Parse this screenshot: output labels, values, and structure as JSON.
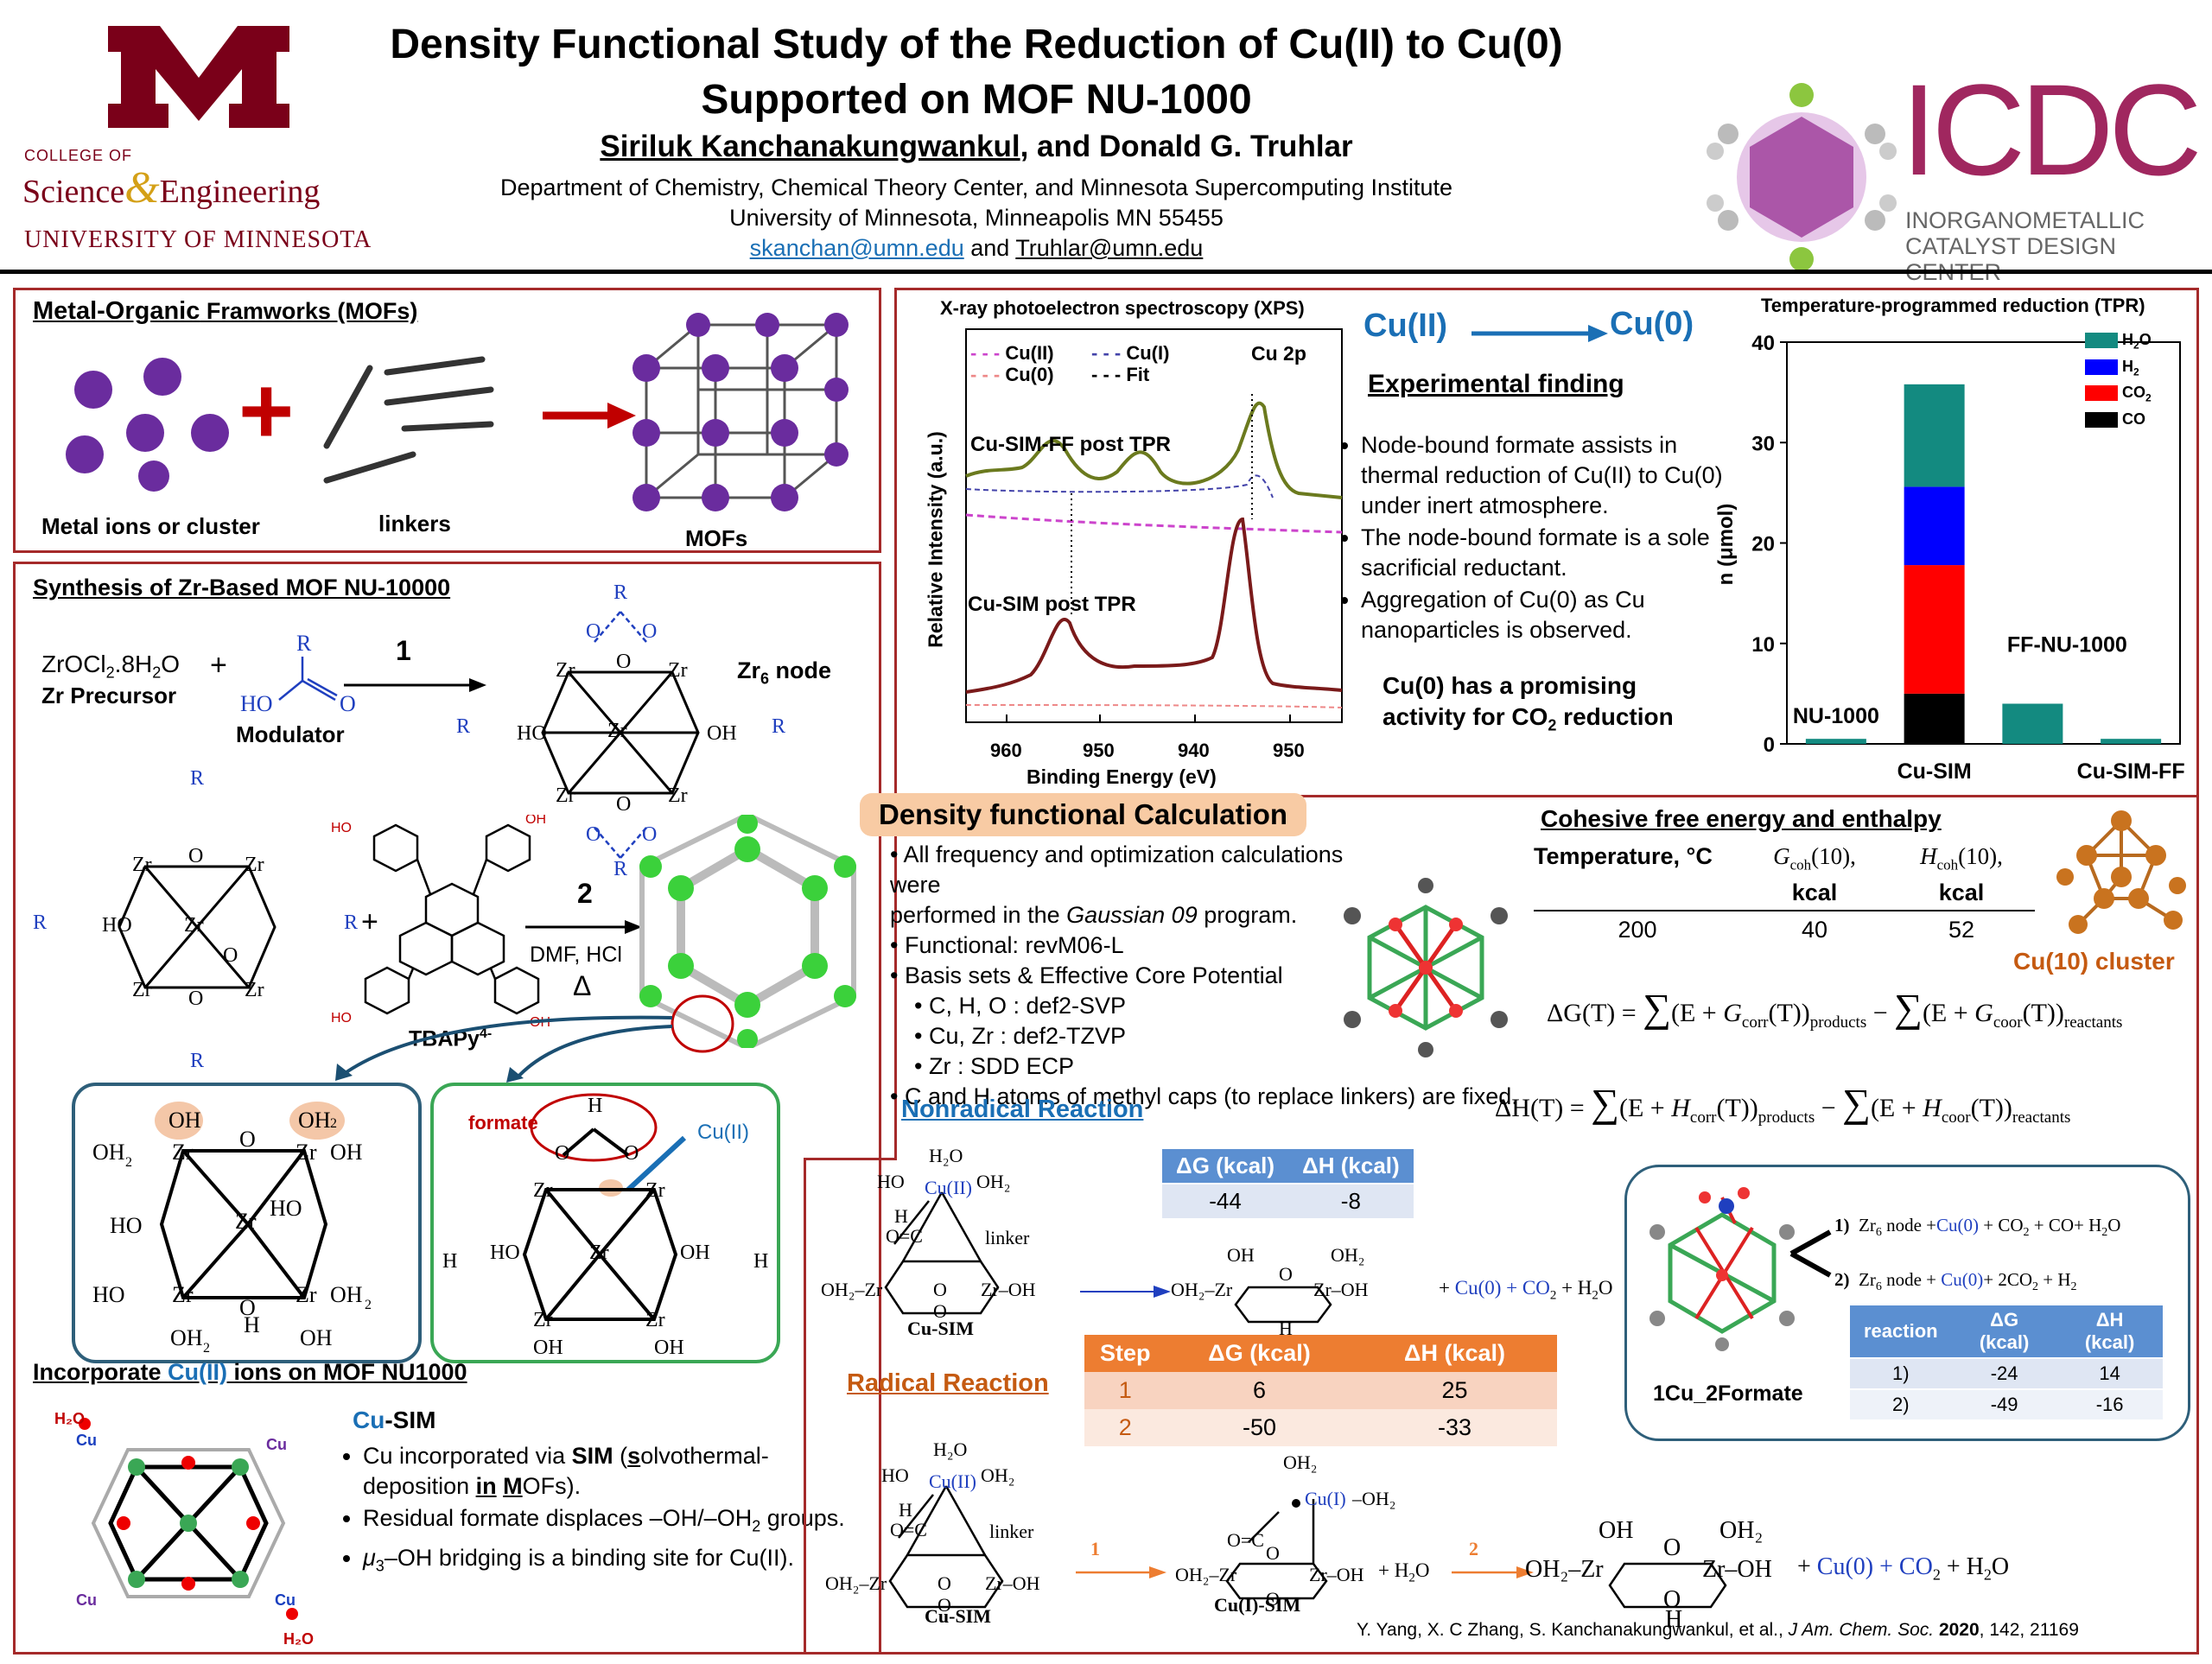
{
  "header": {
    "univ_logo_letter": "M",
    "college_of": "COLLEGE OF",
    "science": "Science",
    "amp": "&",
    "engineering": "Engineering",
    "university": "UNIVERSITY OF MINNESOTA",
    "title_line1": "Density Functional Study of the Reduction of Cu(II) to Cu(0)",
    "title_line2": "Supported on MOF NU-1000",
    "author1": "Siriluk Kanchanakungwankul",
    "authors_rest": ", and Donald G. Truhlar",
    "affil1": "Department of Chemistry, Chemical Theory Center, and Minnesota Supercomputing Institute",
    "affil2": "University of Minnesota, Minneapolis MN 55455",
    "email1": "skanchan@umn.edu",
    "email_and": " and ",
    "email2": "Truhlar@umn.edu",
    "icdc": "ICDC",
    "icdc_sub1": "INORGANOMETALLIC",
    "icdc_sub2": "CATALYST DESIGN CENTER"
  },
  "mof": {
    "heading_a": "Metal-Organic",
    "heading_b": " Framworks (MOFs)",
    "label_ions": "Metal ions or cluster",
    "label_linkers": "linkers",
    "label_mofs": "MOFs",
    "colors": {
      "sphere": "#6a2c9e",
      "arrow": "#c00000"
    }
  },
  "synthesis": {
    "heading": "Synthesis of Zr-Based MOF NU-10000",
    "precursor_formula": "ZrOCl",
    "precursor_sub": "2",
    "precursor_tail": ".8H",
    "precursor_sub2": "2",
    "precursor_end": "O",
    "precursor_label": "Zr Precursor",
    "plus": "+",
    "modulator": "Modulator",
    "step1": "1",
    "zr6_node_a": "Zr",
    "zr6_node_sub": "6",
    "zr6_node_b": " node",
    "step2": "2",
    "conditions": "DMF, HCl",
    "delta": "Δ",
    "tbapy": "TBAPy",
    "tbapy_sup": "4-",
    "formate": "formate",
    "cu_ii": "Cu(II)",
    "node_atoms": {
      "zr": "Zr",
      "o": "O",
      "h": "H",
      "oh": "OH",
      "oh2": "OH2",
      "ho": "HO",
      "r": "R"
    }
  },
  "incorporate": {
    "heading_a": "Incorporate ",
    "heading_cu": "Cu(II)",
    "heading_b": " ions on MOF NU1000",
    "sim_cu": "Cu",
    "sim_rest": "-SIM",
    "b1_a": "Cu incorporated via ",
    "b1_b": "SIM",
    "b1_c": " (",
    "b1_s": "s",
    "b1_d": "olvothermal-",
    "b1_line2a": "deposition ",
    "b1_in": "in",
    "b1_m": "M",
    "b1_end": "OFs).",
    "b2": "Residual formate displaces –OH/–OH",
    "b2_sub": "2",
    "b2_end": " groups.",
    "b3_mu": "μ",
    "b3_sub": "3",
    "b3_rest": "–OH bridging is a binding site for Cu(II)."
  },
  "xps": {
    "title": "X-ray photoelectron spectroscopy (XPS)",
    "legend": [
      "Cu(II)",
      "Cu(I)",
      "Cu(0)",
      "Fit"
    ],
    "cu2p": "Cu 2p",
    "trace1": "Cu-SIM-FF post TPR",
    "trace2": "Cu-SIM post TPR",
    "ylabel": "Relative Intensity (a.u.)",
    "xlabel": "Binding Energy (eV)",
    "xticks": [
      "960",
      "950",
      "940",
      "950"
    ]
  },
  "reduction": {
    "from": "Cu(II)",
    "to": "Cu(0)",
    "finding_heading": "Experimental finding",
    "bullets": [
      "Node-bound formate assists in thermal reduction of Cu(II) to Cu(0) under inert atmosphere.",
      "The node-bound formate is a sole sacrificial reductant.",
      "Aggregation of Cu(0) as Cu nanoparticles is observed."
    ],
    "promise_a": "Cu(0) has a promising",
    "promise_b": "activity for CO",
    "promise_sub": "2",
    "promise_c": " reduction"
  },
  "chart_data": {
    "type": "bar",
    "title": "Temperature-programmed reduction (TPR)",
    "ylabel": "n (μmol)",
    "ylim": [
      0,
      40
    ],
    "yticks": [
      "0",
      "10",
      "20",
      "30",
      "40"
    ],
    "categories": [
      "NU-1000",
      "Cu-SIM",
      "FF-NU-1000",
      "Cu-SIM-FF"
    ],
    "series": [
      {
        "name": "CO",
        "color": "#000000",
        "values": [
          0,
          5,
          0,
          0
        ]
      },
      {
        "name": "CO2",
        "color": "#ff0000",
        "values": [
          0,
          12.8,
          0,
          0
        ]
      },
      {
        "name": "H2",
        "color": "#0000ff",
        "values": [
          0,
          7.8,
          0,
          0
        ]
      },
      {
        "name": "H2O",
        "color": "#138a80",
        "values": [
          0.5,
          10.2,
          4,
          0.5
        ]
      }
    ],
    "legend_labels": [
      {
        "a": "H",
        "sub": "2",
        "b": "O"
      },
      {
        "a": "H",
        "sub": "2",
        "b": ""
      },
      {
        "a": "CO",
        "sub": "2",
        "b": ""
      },
      {
        "a": "CO",
        "sub": "",
        "b": ""
      }
    ],
    "legend": "top-right"
  },
  "dft": {
    "heading": "Density functional Calculation",
    "b1a": "All frequency and optimization calculations were",
    "b1b": "performed in the ",
    "b1_prog": "Gaussian 09",
    "b1_end": " program.",
    "b2": "Functional: revM06-L",
    "b3": "Basis sets & Effective Core Potential",
    "b3_items": [
      "C, H, O : def2-SVP",
      "Cu, Zr : def2-TZVP",
      "Zr : SDD ECP"
    ],
    "b4": "C and H atoms of methyl caps (to replace linkers) are fixed."
  },
  "cohesive": {
    "heading": "Cohesive free energy and enthalpy",
    "col_temp": "Temperature, °C",
    "col_g": "G",
    "col_g_sub": "coh",
    "col_g_arg": "(10),",
    "col_h": "H",
    "col_h_sub": "coh",
    "col_h_arg": "(10),",
    "unit": "kcal",
    "row": [
      "200",
      "40",
      "52"
    ],
    "cluster_label": "Cu(10) cluster",
    "eq_g_lhs": "ΔG(T) = ",
    "eq_h_lhs": "ΔH(T) = ",
    "eq_sum": "∑",
    "eq_e": "(E + ",
    "eq_g": "G",
    "eq_h": "H",
    "eq_corr": "corr",
    "eq_coor": "coor",
    "eq_t": "(T))",
    "eq_products": "products",
    "eq_minus": " − ",
    "eq_reactants": "reactants"
  },
  "nonradical": {
    "heading": "Nonradical Reaction",
    "col_g": "ΔG (kcal)",
    "col_h": "ΔH (kcal)",
    "g": "-44",
    "h": "-8",
    "cu_sim": "Cu-SIM",
    "linker": "linker",
    "products": "Cu(0) + CO",
    "products_tail": " + H",
    "products_end": "O"
  },
  "radical": {
    "heading": "Radical Reaction",
    "headers": [
      "Step",
      "ΔG (kcal)",
      "ΔH (kcal)"
    ],
    "rows": [
      [
        "1",
        "6",
        "25"
      ],
      [
        "2",
        "-50",
        "-33"
      ]
    ],
    "cu_sim": "Cu-SIM",
    "cu_i_sim": "Cu(I)-SIM",
    "step1": "1",
    "step2": "2",
    "products": "Cu(0) + CO",
    "products_end": " + H",
    "products_o": "O"
  },
  "formate_box": {
    "label": "1Cu_2Formate",
    "r1_num": "1)",
    "r1": "Zr",
    "r1_sub": "6",
    "r1_a": " node +",
    "r1_cu": "Cu(0)",
    "r1_b": " + CO",
    "r1_c": " + CO+ H",
    "r1_d": "O",
    "r2_num": "2)",
    "r2_a": " node + ",
    "r2_b": "+ 2CO",
    "r2_c": "+ H",
    "headers": [
      "reaction",
      "ΔG (kcal)",
      "ΔH (kcal)"
    ],
    "rows": [
      [
        "1)",
        "-24",
        "14"
      ],
      [
        "2)",
        "-49",
        "-16"
      ]
    ]
  },
  "citation": {
    "a": "Y. Yang, X. C Zhang, S. Kanchanakungwankul, et al., ",
    "journal": "J Am. Chem. Soc.",
    "year": " 2020",
    "rest": ", 142, 21169"
  },
  "colors": {
    "maroon": "#7a0019",
    "border": "#a52a2a",
    "blue": "#1a6fb5",
    "orange": "#ed7d31"
  }
}
